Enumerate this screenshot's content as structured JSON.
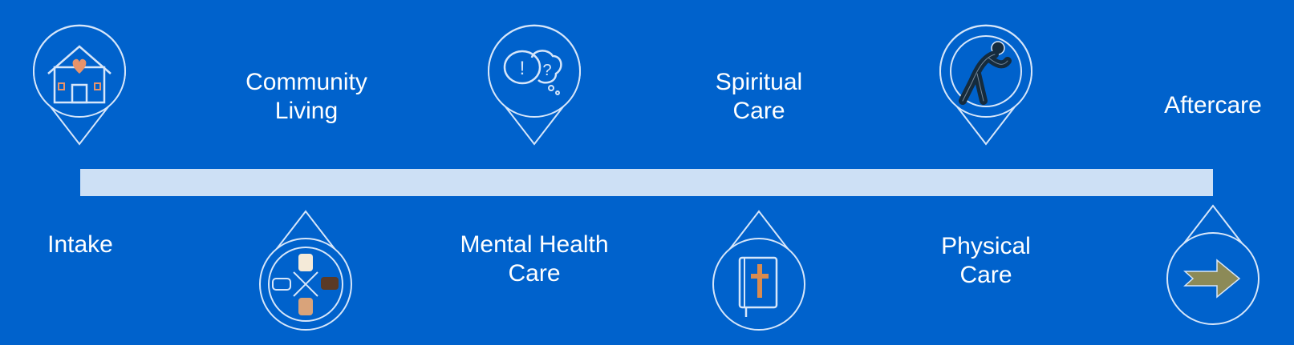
{
  "timeline": {
    "colors": {
      "background": "#0062cc",
      "bar": "#cde0f5",
      "outline": "#d6e6fa",
      "heart": "#e8936a",
      "cross": "#d98b4f",
      "arrow": "#8c8a57"
    },
    "stages": [
      {
        "label_line1": "Intake",
        "label_line2": "",
        "icon": "house-heart-icon"
      },
      {
        "label_line1": "Community",
        "label_line2": "Living",
        "icon": "hands-together-icon"
      },
      {
        "label_line1": "Mental Health",
        "label_line2": "Care",
        "icon": "speech-bubbles-icon"
      },
      {
        "label_line1": "Spiritual",
        "label_line2": "Care",
        "icon": "bible-icon"
      },
      {
        "label_line1": "Physical",
        "label_line2": "Care",
        "icon": "stretching-person-icon"
      },
      {
        "label_line1": "Aftercare",
        "label_line2": "",
        "icon": "arrow-right-icon"
      }
    ]
  }
}
